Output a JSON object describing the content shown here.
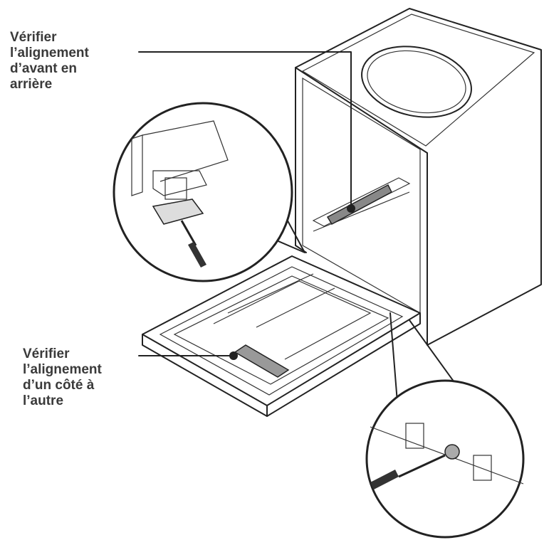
{
  "labels": {
    "front_to_back": "Vérifier\nl’alignement\nd’avant en\narrière",
    "side_to_side": "Vérifier\nl’alignement\nd’un côté à\nl’autre"
  },
  "icons": [
    "dishwasher-illustration",
    "spirit-level",
    "screwdriver",
    "adjustable-foot",
    "rear-leveling-screw"
  ]
}
